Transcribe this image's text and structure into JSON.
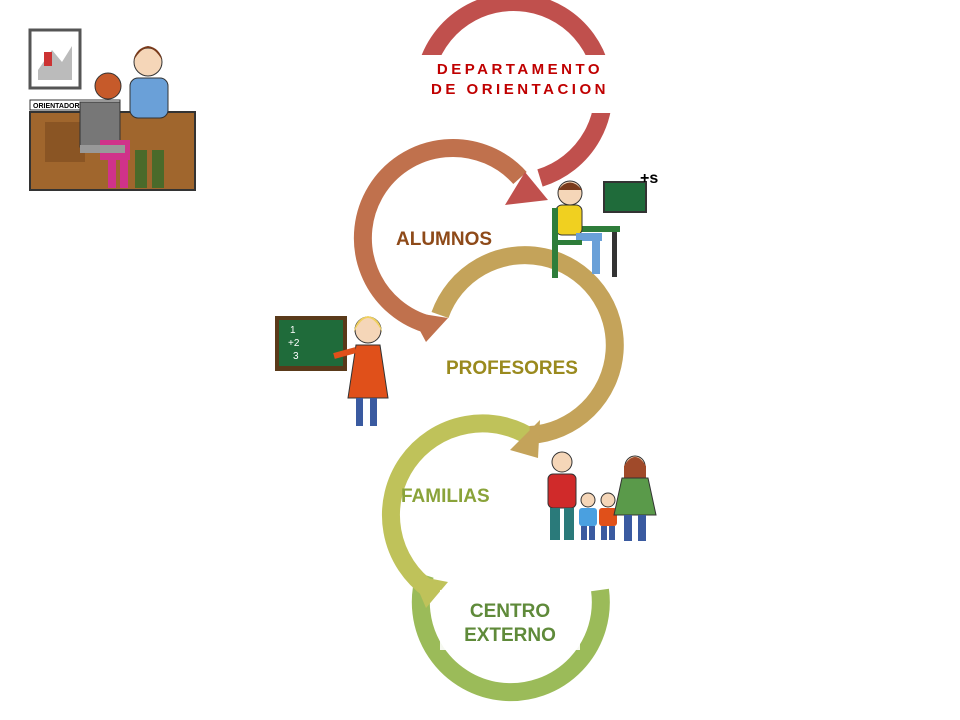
{
  "diagram": {
    "steps": [
      {
        "id": "departamento",
        "lines": [
          "DEPARTAMENTO",
          "DE ORIENTACION"
        ],
        "color": "#C0504D",
        "text_color": "#C00000"
      },
      {
        "id": "alumnos",
        "lines": [
          "ALUMNOS"
        ],
        "color": "#C0714D",
        "text_color": "#8E4A19"
      },
      {
        "id": "profesores",
        "lines": [
          "PROFESORES"
        ],
        "color": "#C4A35A",
        "text_color": "#9A8A1E"
      },
      {
        "id": "familias",
        "lines": [
          "FAMILIAS"
        ],
        "color": "#BFC25A",
        "text_color": "#8AA33A"
      },
      {
        "id": "centro-externo",
        "lines": [
          "CENTRO",
          "EXTERNO"
        ],
        "color": "#9BBB59",
        "text_color": "#5F8A3A"
      }
    ]
  },
  "pictograms": {
    "orientadora_sign": "ORIENTADORA",
    "plus_s": "+s",
    "board_lines": [
      "1",
      "+2",
      "3"
    ]
  },
  "icons": [
    "counselor-office-icon",
    "student-at-desk-icon",
    "teacher-at-board-icon",
    "family-icon"
  ]
}
